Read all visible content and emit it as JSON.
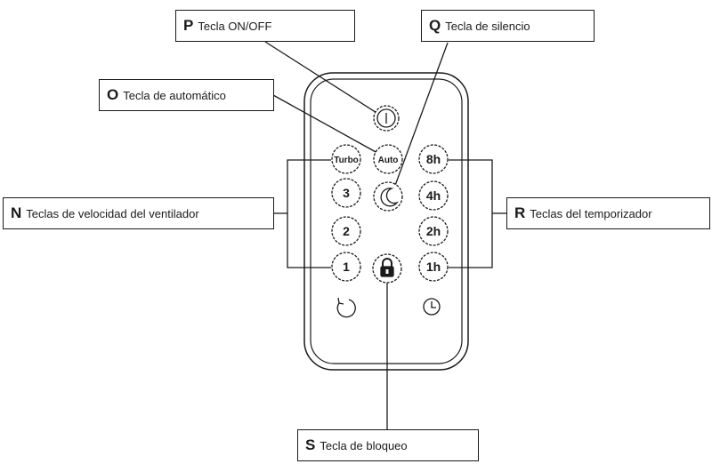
{
  "callouts": {
    "P": {
      "letter": "P",
      "text": "Tecla ON/OFF"
    },
    "Q": {
      "letter": "Q",
      "text": "Tecla de silencio"
    },
    "O": {
      "letter": "O",
      "text": "Tecla de automático"
    },
    "N": {
      "letter": "N",
      "text": "Teclas de velocidad del ventilador"
    },
    "R": {
      "letter": "R",
      "text": "Teclas del temporizador"
    },
    "S": {
      "letter": "S",
      "text": "Tecla de bloqueo"
    }
  },
  "remote": {
    "buttons": {
      "turbo": "Turbo",
      "auto": "Auto",
      "h8": "8h",
      "s3": "3",
      "h4": "4h",
      "s2": "2",
      "h2": "2h",
      "s1": "1",
      "h1": "1h"
    },
    "icons": [
      "power-icon",
      "moon-icon",
      "lock-icon",
      "rotate-icon",
      "clock-icon"
    ]
  }
}
